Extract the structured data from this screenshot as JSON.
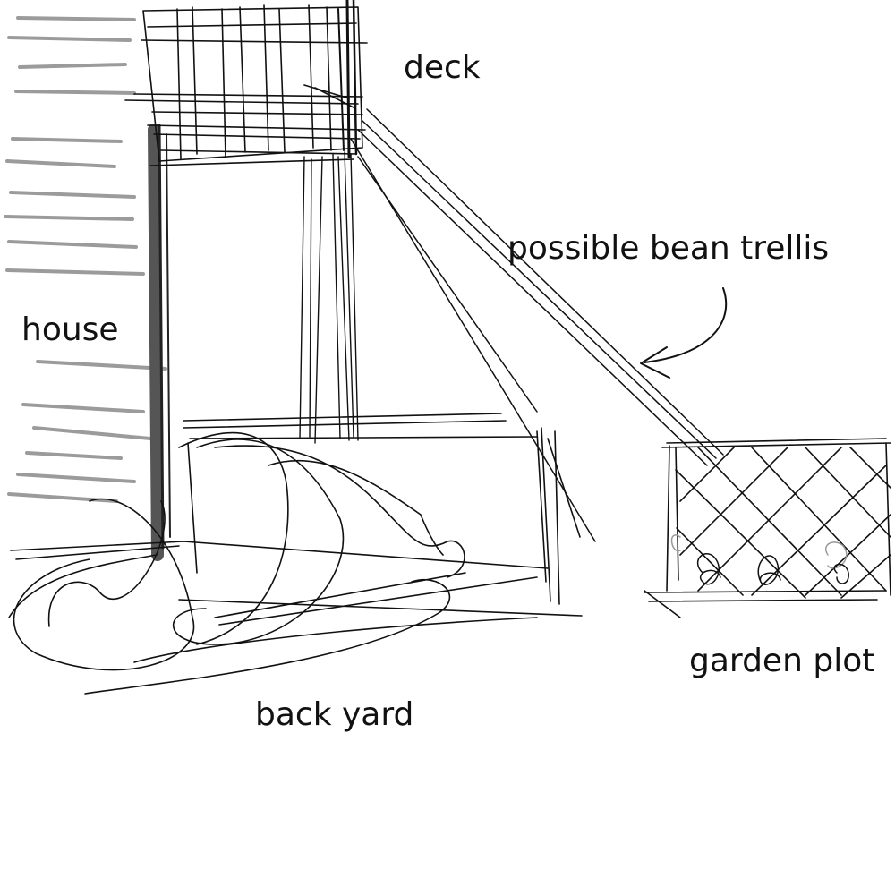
{
  "labels": {
    "deck": "deck",
    "trellis": "possible bean trellis",
    "house": "house",
    "garden": "garden plot",
    "yard": "back yard"
  },
  "colors": {
    "ink": "#111111",
    "house_siding": "#8a8a8a",
    "house_wall": "#555555",
    "background": "#ffffff"
  }
}
